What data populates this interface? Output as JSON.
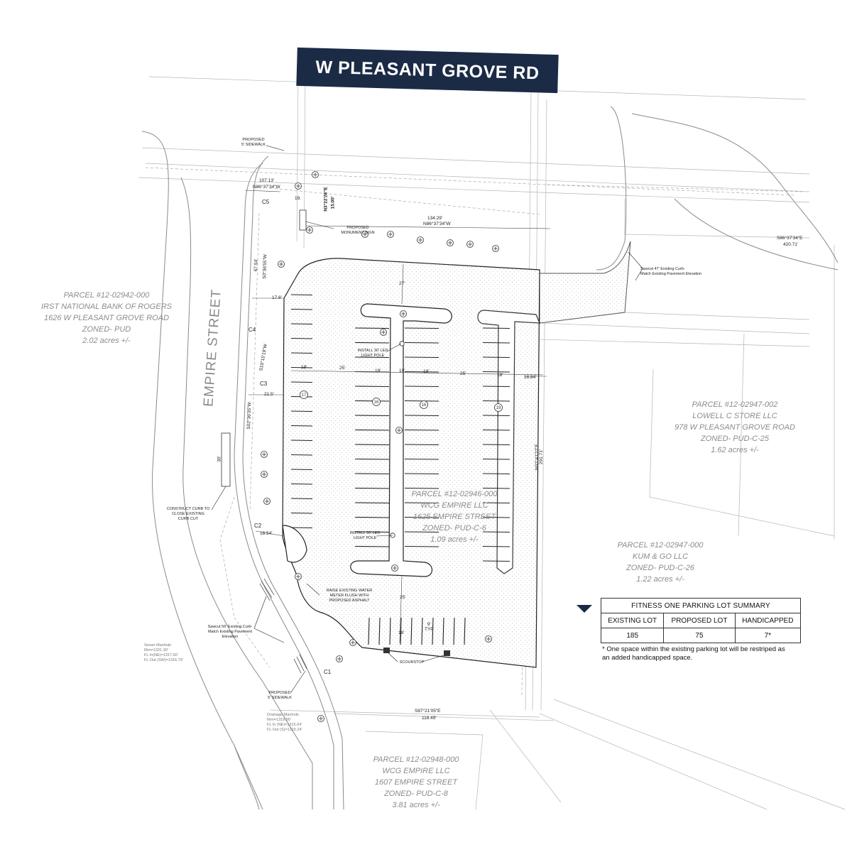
{
  "road_title": "W PLEASANT GROVE RD",
  "street_label": "EMPIRE STREET",
  "parcels": [
    {
      "lines": [
        "PARCEL #12-02942-000",
        "IRST NATIONAL BANK OF ROGERS",
        "1626 W PLEASANT GROVE ROAD",
        "ZONED- PUD",
        "2.02 acres +/-"
      ]
    },
    {
      "lines": [
        "PARCEL #12-02947-002",
        "LOWELL C STORE LLC",
        "978 W PLEASANT GROVE ROAD",
        "ZONED- PUD-C-25",
        "1.62 acres +/-"
      ]
    },
    {
      "lines": [
        "PARCEL #12-02946-000",
        "WCG EMPIRE LLC",
        "1625 EMPIRE STREET",
        "ZONED- PUD-C-6",
        "1.09 acres +/-"
      ]
    },
    {
      "lines": [
        "PARCEL #12-02947-000",
        "KUM & GO LLC",
        "ZONED- PUD-C-26",
        "1.22 acres +/-"
      ]
    },
    {
      "lines": [
        "PARCEL #12-02948-000",
        "WCG EMPIRE LLC",
        "1607 EMPIRE STREET",
        "ZONED- PUD-C-8",
        "3.81 acres +/-"
      ]
    }
  ],
  "notes": {
    "proposed_sidewalk_top": "PROPOSED\n5' SIDEWALK",
    "monument_sign": "PROPOSED\nMONUMENT SIGN",
    "sawcut_47": "Sawcut 47' Existing Curb-\nMatch Existing Pavement Elevation",
    "led_pole_1": "INSTALL 30' LED\nLIGHT POLE",
    "led_pole_2": "INSTALL 30' LED\nLIGHT POLE",
    "construct_curb": "CONSTRUCT CURB TO\nCLOSE EXISTING\nCURB CUT",
    "water_meter": "RAISE EXISTING WATER\nMETER FLUSH WITH\nPROPOSED ASPHALT",
    "sawcut_56": "Sawcut 56' Existing Curb-\nMatch Existing Pavement\nElevation",
    "scourstop": "SCOURSTOP",
    "proposed_sidewalk_bottom": "PROPOSED\n5' SIDEWALK",
    "sewer_manhole_left": "Sewer Manhole\nRim=1321.30'\nFL In(NE)=1317.60'\nFL Out (SW)=1316.79'",
    "drainage_manhole": "Drainage Manhole\nRim=1319.90'\nFL In (NE)=1315.64'\nFL Out (S)=1315.24'"
  },
  "dimensions": {
    "d107": "107.13'",
    "brg_top": "N86°37'34\"W",
    "d134": "134.29'",
    "brg_134": "N86°37'34\"W",
    "brg_right": "S86°37'34\"E",
    "d420": "420.71'",
    "brg_n3": "N3°22'26\"E",
    "d15": "15.00'",
    "d19": "19.",
    "c5": "C5",
    "c4": "C4",
    "c3": "C3",
    "c2": "C2",
    "c1": "C1",
    "d67": "67.54'",
    "brg_s0": "S0°36'55\"W",
    "brg_s10": "S10°15'19\"W",
    "brg_s02": "S02°36'35\"W",
    "brg_n02": "N02°41'22\"E",
    "d291": "291.71'",
    "brg_s87": "S87°21'05\"E",
    "d118": "118.49'",
    "d17_8": "17.8'",
    "d21_5": "21.5'",
    "d18_54": "18.54'",
    "d16_84": "16.84'",
    "row_dims": [
      "18'",
      "25'",
      "18'",
      "10'",
      "18'",
      "25'",
      "18'"
    ],
    "d27": "27'",
    "d25": "25'",
    "d18b": "18'",
    "d9typ": "9'\nTYP",
    "d30": "30'"
  },
  "stall_numbers": [
    "17",
    "16",
    "16",
    "19"
  ],
  "summary": {
    "title": "FITNESS ONE PARKING LOT SUMMARY",
    "headers": [
      "EXISTING LOT",
      "PROPOSED LOT",
      "HANDICAPPED"
    ],
    "values": [
      "185",
      "75",
      "7*"
    ],
    "footnote": "*  One space within the existing parking lot will be restriped as\n    an added handicapped space."
  },
  "colors": {
    "banner": "#1b2b46",
    "lines": "#9a9a9a",
    "hatch": "#c8c8c8"
  }
}
